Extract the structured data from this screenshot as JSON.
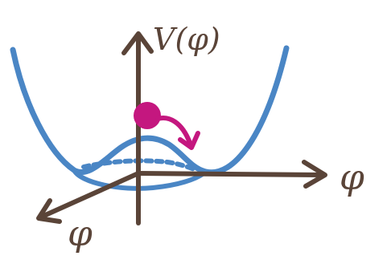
{
  "labels": {
    "potential": "V(φ)",
    "axis_right": "φ",
    "axis_left": "φ"
  },
  "colors": {
    "axis": "#5a4438",
    "curve": "#4a86c5",
    "ball": "#c4177f"
  },
  "icons": {
    "ball": "ball-icon",
    "roll_arrow": "curved-arrow-icon"
  }
}
